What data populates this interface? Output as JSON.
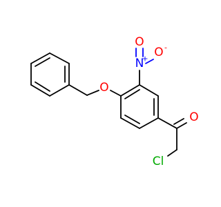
{
  "molecule": {
    "colors": {
      "carbon_bond": "#000000",
      "oxygen": "#ff0000",
      "nitrogen": "#0000ff",
      "chlorine": "#00aa00"
    },
    "atoms": {
      "ether_oxygen": {
        "symbol": "O",
        "color": "#ff0000"
      },
      "nitro_nitrogen": {
        "symbol": "N",
        "charge": "+",
        "color": "#0000ff"
      },
      "nitro_oxygen_top": {
        "symbol": "O",
        "color": "#ff0000"
      },
      "nitro_oxygen_right": {
        "symbol": "O",
        "charge": "-",
        "color": "#ff0000"
      },
      "ketone_oxygen": {
        "symbol": "O",
        "color": "#ff0000"
      },
      "chlorine": {
        "symbol": "Cl",
        "color": "#00aa00"
      }
    }
  }
}
